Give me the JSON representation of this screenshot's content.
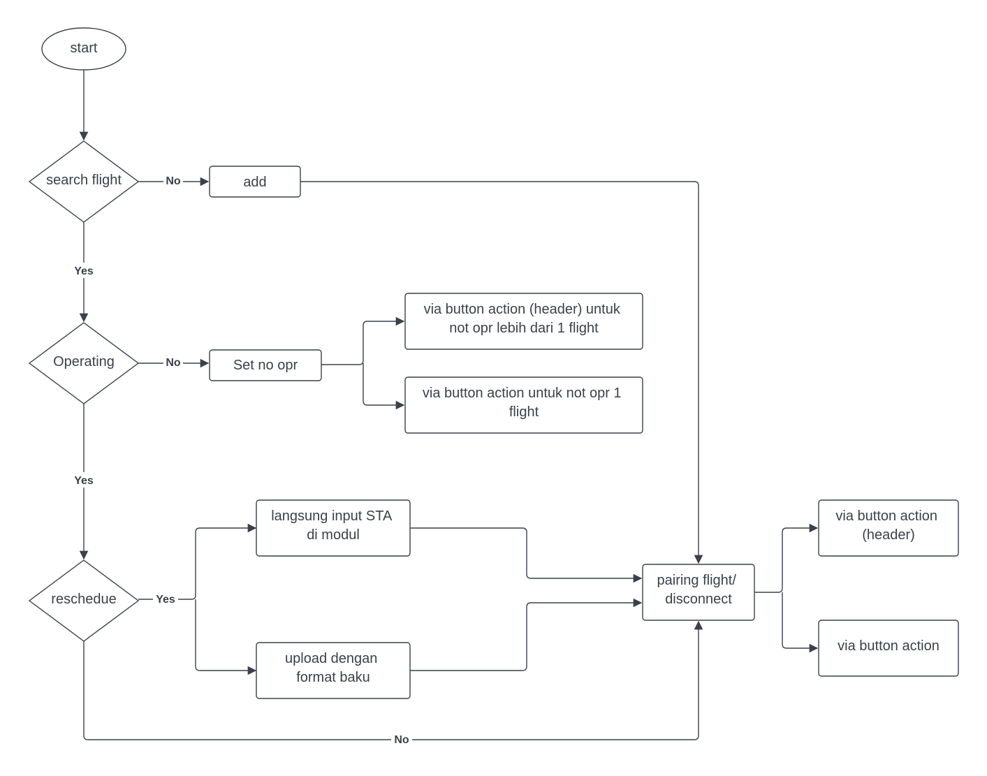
{
  "nodes": {
    "start": {
      "label": [
        "start"
      ]
    },
    "search_flight": {
      "label": [
        "search flight"
      ]
    },
    "add": {
      "label": [
        "add"
      ]
    },
    "operating": {
      "label": [
        "Operating"
      ]
    },
    "set_no_opr": {
      "label": [
        "Set no opr"
      ]
    },
    "via_header_multi": {
      "label": [
        "via button action (header) untuk",
        "not opr lebih dari 1 flight"
      ]
    },
    "via_single": {
      "label": [
        "via button action untuk not opr 1",
        "flight"
      ]
    },
    "reschedule": {
      "label": [
        "reschedue"
      ]
    },
    "langsung_input": {
      "label": [
        "langsung input STA",
        "di modul"
      ]
    },
    "upload": {
      "label": [
        "upload dengan",
        "format baku"
      ]
    },
    "pairing": {
      "label": [
        "pairing flight/",
        "disconnect"
      ]
    },
    "via_header": {
      "label": [
        "via button action",
        "(header)"
      ]
    },
    "via_action": {
      "label": [
        "via button action"
      ]
    }
  },
  "edges": {
    "search_no": "No",
    "search_yes": "Yes",
    "operating_no": "No",
    "operating_yes": "Yes",
    "reschedule_yes": "Yes",
    "reschedule_no": "No"
  }
}
